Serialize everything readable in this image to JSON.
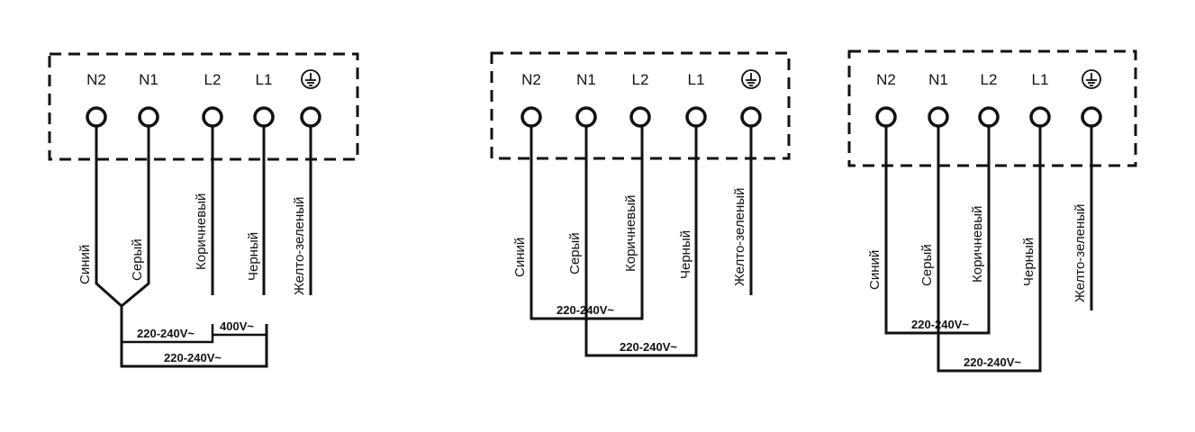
{
  "terminals": [
    "N2",
    "N1",
    "L2",
    "L1"
  ],
  "ground_icon": "ground-icon",
  "wires": {
    "blue": "Синий",
    "gray": "Серый",
    "brown": "Коричневый",
    "black": "Черный",
    "ground": "Желто-зеленый"
  },
  "diagram1": {
    "volt_left": "220-240V~",
    "volt_right": "400V~",
    "volt_bottom": "220-240V~"
  },
  "diagram2": {
    "volt_top": "220-240V~",
    "volt_bottom": "220-240V~"
  },
  "diagram3": {
    "volt_top": "220-240V~",
    "volt_bottom": "220-240V~"
  }
}
